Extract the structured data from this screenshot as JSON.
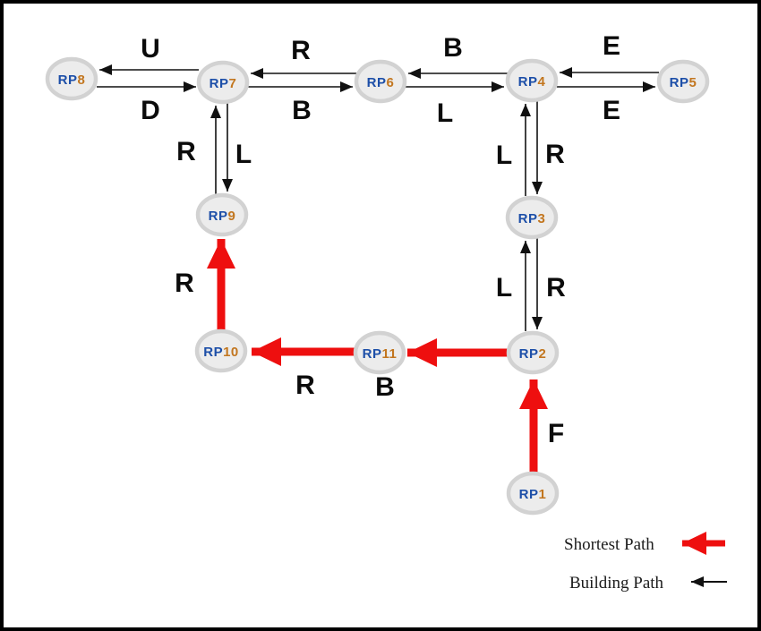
{
  "diagram": {
    "type": "graph",
    "nodes": [
      {
        "id": "RP8",
        "prefix": "RP",
        "num": "8"
      },
      {
        "id": "RP7",
        "prefix": "RP",
        "num": "7"
      },
      {
        "id": "RP6",
        "prefix": "RP",
        "num": "6"
      },
      {
        "id": "RP4",
        "prefix": "RP",
        "num": "4"
      },
      {
        "id": "RP5",
        "prefix": "RP",
        "num": "5"
      },
      {
        "id": "RP9",
        "prefix": "RP",
        "num": "9"
      },
      {
        "id": "RP3",
        "prefix": "RP",
        "num": "3"
      },
      {
        "id": "RP10",
        "prefix": "RP",
        "num": "10"
      },
      {
        "id": "RP11",
        "prefix": "RP",
        "num": "11"
      },
      {
        "id": "RP2",
        "prefix": "RP",
        "num": "2"
      },
      {
        "id": "RP1",
        "prefix": "RP",
        "num": "1"
      }
    ],
    "edges": [
      {
        "from": "RP7",
        "to": "RP8",
        "label": "U",
        "type": "building"
      },
      {
        "from": "RP8",
        "to": "RP7",
        "label": "D",
        "type": "building"
      },
      {
        "from": "RP6",
        "to": "RP7",
        "label": "R",
        "type": "building"
      },
      {
        "from": "RP7",
        "to": "RP6",
        "label": "B",
        "type": "building"
      },
      {
        "from": "RP4",
        "to": "RP6",
        "label": "B",
        "type": "building"
      },
      {
        "from": "RP6",
        "to": "RP4",
        "label": "L",
        "type": "building"
      },
      {
        "from": "RP5",
        "to": "RP4",
        "label": "E",
        "type": "building"
      },
      {
        "from": "RP4",
        "to": "RP5",
        "label": "E",
        "type": "building"
      },
      {
        "from": "RP9",
        "to": "RP7",
        "label": "R",
        "type": "building"
      },
      {
        "from": "RP7",
        "to": "RP9",
        "label": "L",
        "type": "building"
      },
      {
        "from": "RP3",
        "to": "RP4",
        "label": "L",
        "type": "building"
      },
      {
        "from": "RP4",
        "to": "RP3",
        "label": "R",
        "type": "building"
      },
      {
        "from": "RP2",
        "to": "RP3",
        "label": "L",
        "type": "building"
      },
      {
        "from": "RP3",
        "to": "RP2",
        "label": "R",
        "type": "building"
      },
      {
        "from": "RP1",
        "to": "RP2",
        "label": "F",
        "type": "shortest"
      },
      {
        "from": "RP2",
        "to": "RP11",
        "label": "B",
        "type": "shortest"
      },
      {
        "from": "RP11",
        "to": "RP10",
        "label": "R",
        "type": "shortest"
      },
      {
        "from": "RP10",
        "to": "RP9",
        "label": "R",
        "type": "shortest"
      }
    ],
    "legend": {
      "shortest_label": "Shortest Path",
      "building_label": "Building Path"
    },
    "colors": {
      "shortest_path": "#ee0f0f",
      "building_path": "#111111",
      "node_fill": "#ececec",
      "node_border": "#d2d2d2",
      "node_text_prefix": "#1d4fa8",
      "node_text_number": "#c2761f",
      "frame_border": "#000000",
      "background": "#ffffff"
    }
  }
}
